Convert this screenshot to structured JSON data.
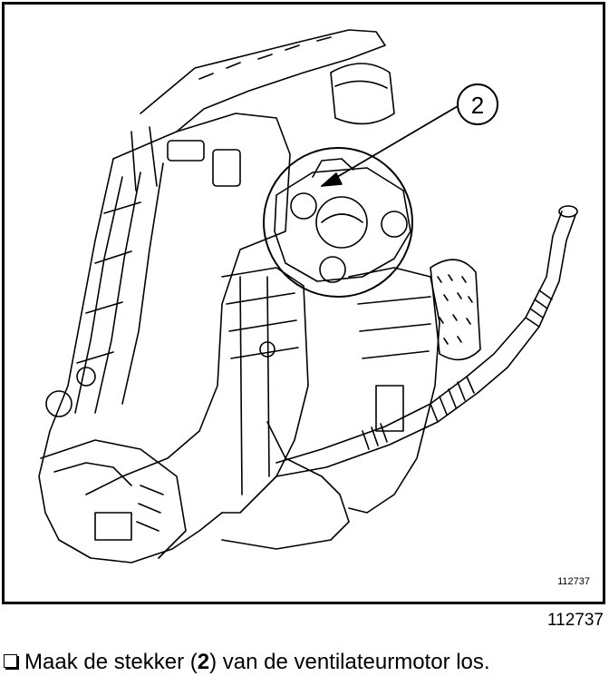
{
  "figure": {
    "callout_label": "2",
    "inner_reference": "112737"
  },
  "figure_reference": "112737",
  "instruction": {
    "before": "Maak de stekker (",
    "ref": "2",
    "after": ") van de ventilateurmotor los."
  }
}
